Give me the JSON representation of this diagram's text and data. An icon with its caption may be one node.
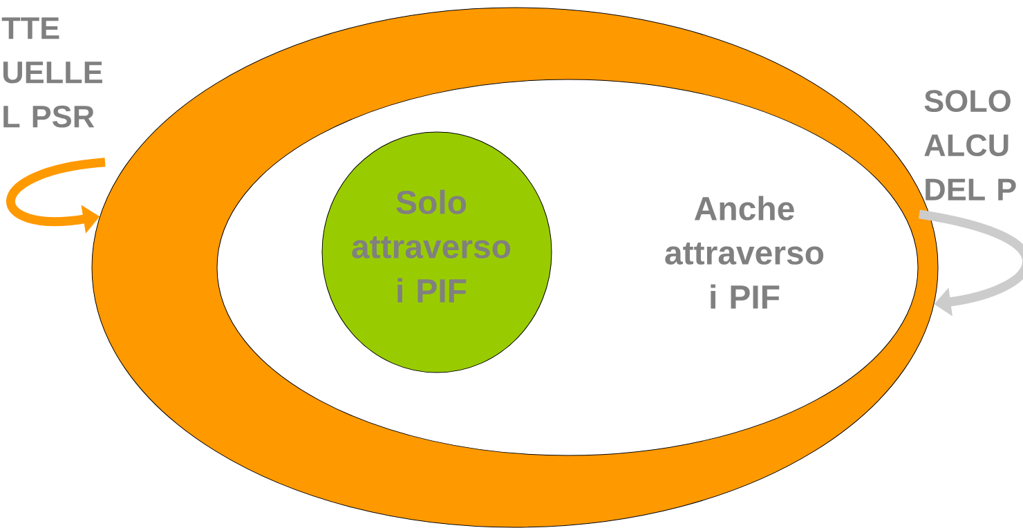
{
  "diagram": {
    "nodes": [
      {
        "text": [],
        "shape": "ellipse"
      },
      {
        "text": [
          "Anche attraverso i PIF"
        ],
        "in": 0
      },
      {
        "text": [
          "Solo attraverso i PIF"
        ],
        "in": 1
      },
      {
        "text": [
          "TTE UELLE L PSR"
        ]
      },
      {
        "text": [
          "SOLO ALCU DEL P"
        ]
      }
    ],
    "edges": [
      {
        "from": 3,
        "to": 0,
        "arrow": "to",
        "color": "#ff9900"
      },
      {
        "from": 4,
        "to": 0,
        "arrow": "to",
        "color": "#cccccc"
      }
    ]
  }
}
